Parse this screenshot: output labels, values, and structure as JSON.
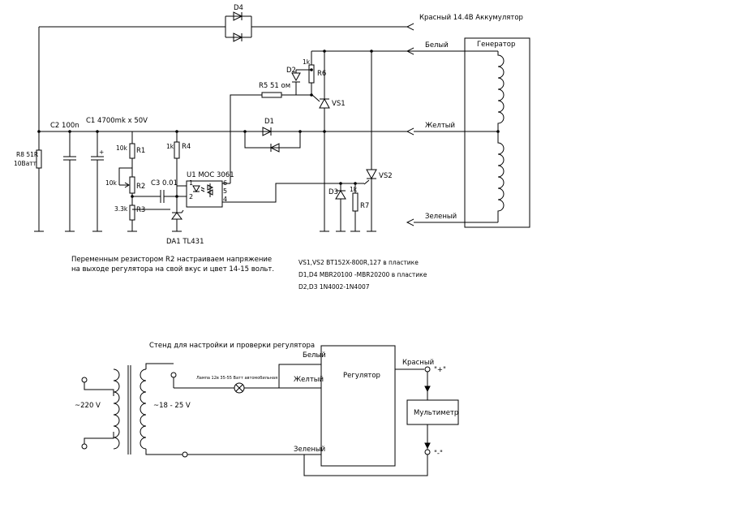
{
  "top": {
    "battery": "Красный  14.4В Аккумулятор",
    "white": "Белый",
    "yellow": "Желтый",
    "green": "Зеленый",
    "generator": "Генератор",
    "d4": "D4",
    "d2": "D2",
    "d1": "D1",
    "d3": "D3",
    "r6": "R6",
    "r6_val": "1k",
    "r5": "R5  51 ом",
    "vs1": "VS1",
    "vs2": "VS2",
    "r8": "R8 51R",
    "r8_power": "10Ватт",
    "c2": "C2 100n",
    "c1": "C1 4700mk x 50V",
    "r1_val": "10k",
    "r1": "R1",
    "r4_val": "1k",
    "r4": "R4",
    "r2_val": "10k",
    "r2": "R2",
    "c3": "C3 0.01",
    "r3_val": "3.3k",
    "r3": "R3",
    "u1": "U1 MOC 3061",
    "pin1": "1",
    "pin2": "2",
    "pin6": "6",
    "pin5": "5",
    "pin4": "4",
    "r7_val": "1k",
    "r7": "R7",
    "da1": "DA1 TL431",
    "plus": "+",
    "note1": "Переменным резистором R2 настраиваем напряжение",
    "note2": "на выходе регулятора на свой вкус и цвет 14-15 вольт.",
    "parts1": "VS1,VS2 BT152X-800R,127 в пластике",
    "parts2": "D1,D4 MBR20100 -MBR20200 в пластике",
    "parts3": "D2,D3 1N4002-1N4007"
  },
  "bottom": {
    "title": "Стенд для настройки и проверки регулятора",
    "mains": "~220 V",
    "secondary": "~18 - 25 V",
    "lamp": "Лампа 12в 35-55 Ватт автомобильная",
    "white": "Белый",
    "yellow": "Желтый",
    "green": "Зеленый",
    "regulator": "Регулятор",
    "red": "Красный",
    "plus": "\"+\"",
    "minus": "\"-\"",
    "multimeter": "Мультиметр"
  }
}
